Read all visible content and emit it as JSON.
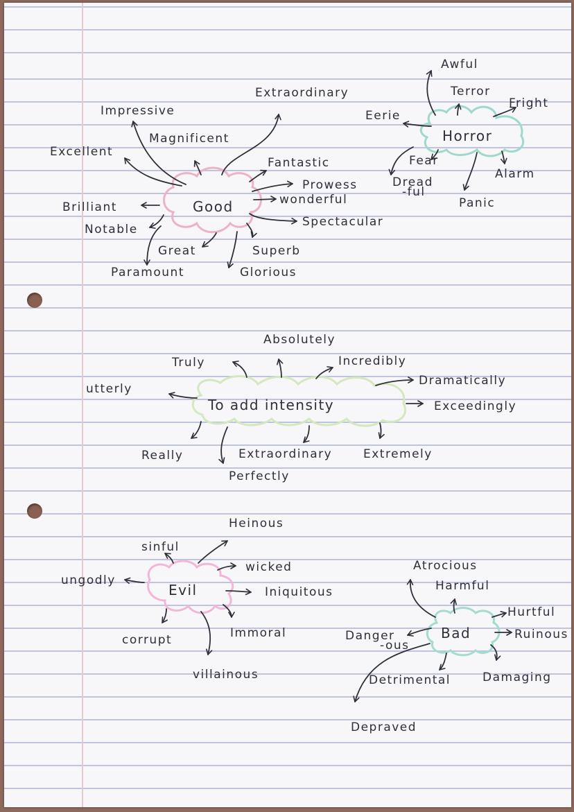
{
  "colors": {
    "good_cloud": "#ecb2c6",
    "horror_cloud": "#9fd8cc",
    "intensity_cloud": "#d4e8bf",
    "evil_cloud": "#f2b6d8",
    "bad_cloud": "#a3dccf",
    "ink": "#2f2f3a"
  },
  "good": {
    "label": "Good",
    "words": {
      "impressive": "Impressive",
      "magnificent": "Magnificent",
      "extraordinary": "Extraordinary",
      "excellent": "Excellent",
      "fantastic": "Fantastic",
      "prowess": "Prowess",
      "wonderful": "wonderful",
      "brilliant": "Brilliant",
      "notable": "Notable",
      "spectacular": "Spectacular",
      "great": "Great",
      "superb": "Superb",
      "paramount": "Paramount",
      "glorious": "Glorious"
    }
  },
  "horror": {
    "label": "Horror",
    "words": {
      "awful": "Awful",
      "terror": "Terror",
      "fright": "Fright",
      "eerie": "Eerie",
      "fear": "Fear",
      "alarm": "Alarm",
      "dreadful_1": "Dread",
      "dreadful_2": "-ful",
      "panic": "Panic"
    }
  },
  "intensity": {
    "label": "To add intensity",
    "words": {
      "absolutely": "Absolutely",
      "truly": "Truly",
      "incredibly": "Incredibly",
      "utterly": "utterly",
      "dramatically": "Dramatically",
      "exceedingly": "Exceedingly",
      "really": "Really",
      "extraordinary": "Extraordinary",
      "extremely": "Extremely",
      "perfectly": "Perfectly"
    }
  },
  "evil": {
    "label": "Evil",
    "words": {
      "heinous": "Heinous",
      "sinful": "sinful",
      "wicked": "wicked",
      "ungodly": "ungodly",
      "iniquitous": "Iniquitous",
      "corrupt": "corrupt",
      "immoral": "Immoral",
      "villainous": "villainous"
    }
  },
  "bad": {
    "label": "Bad",
    "words": {
      "atrocious": "Atrocious",
      "harmful": "Harmful",
      "hurtful": "Hurtful",
      "dangerous_1": "Danger",
      "dangerous_2": "-ous",
      "ruinous": "Ruinous",
      "detrimental": "Detrimental",
      "damaging": "Damaging",
      "depraved": "Depraved"
    }
  }
}
